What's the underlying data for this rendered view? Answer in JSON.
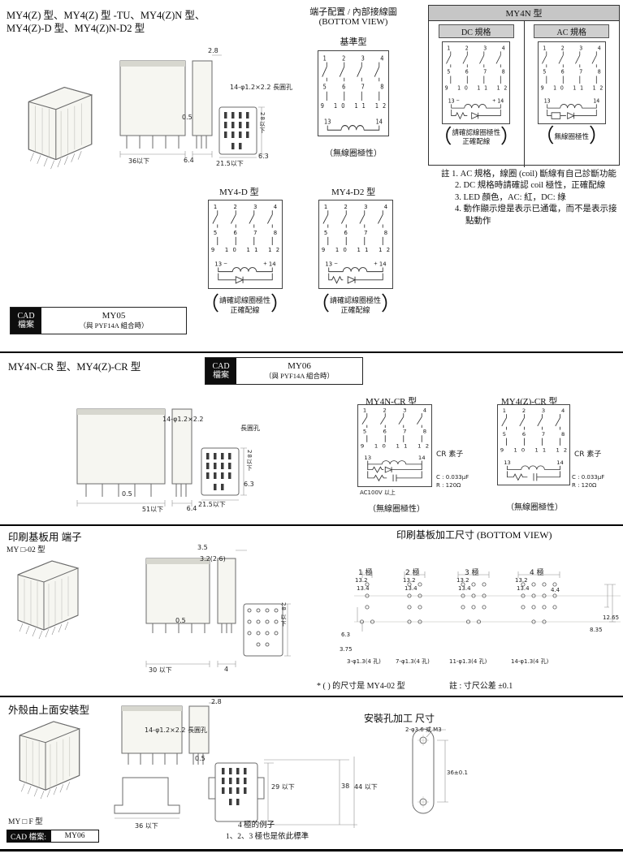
{
  "sym": {
    "paren_open": "（",
    "paren_close": "）"
  },
  "pins": {
    "row1": "1 2 3 4",
    "row2": "5 6 7 8",
    "row3": "9 10 11 12",
    "p13": "13",
    "p14": "14",
    "plus": "+",
    "minus": "−"
  },
  "s1": {
    "title1": "MY4(Z) 型、MY4(Z) 型 -TU、MY4(Z)N 型、",
    "title2": "MY4(Z)-D 型、MY4(Z)N-D2 型",
    "hdr1": "端子配置 / 內部接線圖",
    "hdr2": "(BOTTOM VIEW)",
    "hdr3": "基準型",
    "dim_28": "2.8",
    "dim_hole": "14-φ1.2×2.2 長圓孔",
    "dim_05": "0.5",
    "dim_36": "36以下",
    "dim_64": "6.4",
    "dim_28u": "28以下",
    "dim_63": "6.3",
    "dim_215": "21.5以下",
    "cap_nopol": "（無線圈極性）",
    "my4n_title": "MY4N 型",
    "dc_spec": "DC 規格",
    "ac_spec": "AC 規格",
    "polar1": "請確認線圈極性",
    "polar2": "正確配線",
    "nopol": "無線圈極性",
    "note1": "註 1. AC 規格，線圈 (coil) 斷線有自己診斷功能",
    "note2": "2. DC 規格時請確認 coil 極性，正確配線",
    "note3": "3. LED 顏色，AC: 紅，DC: 綠",
    "note4": "4. 動作顯示燈是表示已通電，而不是表示接",
    "note5": "點動作",
    "my4d_title": "MY4-D 型",
    "my4d2_title": "MY4-D2 型",
    "cad_l1": "CAD",
    "cad_l2": "檔案",
    "cad_value": "MY05",
    "cad_sub": "（與 PYF14A 組合時）"
  },
  "s2": {
    "title": "MY4N-CR 型、MY4(Z)-CR 型",
    "cad_l1": "CAD",
    "cad_l2": "檔案",
    "cad_value": "MY06",
    "cad_sub": "（與 PYF14A 組合時）",
    "dim_hole1": "14-φ1.2×2.2",
    "dim_hole2": "長圓孔",
    "dim_05": "0.5",
    "dim_51": "51以下",
    "dim_64": "6.4",
    "dim_28u": "28以下",
    "dim_63": "6.3",
    "dim_215": "21.5以下",
    "ncr_title": "MY4N-CR 型",
    "zcr_title": "MY4(Z)-CR 型",
    "cr_label": "CR 素子",
    "ac100": "AC100V 以上",
    "c_val": "C : 0.033μF",
    "r_val": "R : 120Ω",
    "cap_nopol": "（無線圈極性）"
  },
  "s3": {
    "title": "印刷基板用 端子",
    "subtitle": "MY □-02 型",
    "dim_35": "3.5",
    "dim_32": "3.2(2.6)",
    "dim_05": "0.5",
    "dim_28u": "28 以下",
    "dim_30": "30 以下",
    "dim_4": "4",
    "pcb_title": "印刷基板加工尺寸 (BOTTOM VIEW)",
    "pole1": "1 極",
    "pole2": "2 極",
    "pole3": "3 極",
    "pole4": "4 極",
    "dim_132": "13.2",
    "dim_134": "13.4",
    "dim_44": "4.4",
    "dim_63": "6.3",
    "dim_375": "3.75",
    "dim_835": "8.35",
    "dim_1265": "12.65",
    "holes1": "3-φ1.3(4 孔)",
    "holes2": "7-φ1.3(4 孔)",
    "holes3": "11-φ1.3(4 孔)",
    "holes4": "14-φ1.3(4 孔)",
    "note1": "* ( ) 的尺寸是 MY4-02 型",
    "note2": "註 : 寸尺公差 ±0.1"
  },
  "s4": {
    "title": "外殼由上面安裝型",
    "dim_28": "2.8",
    "dim_hole": "14-φ1.2×2.2 長圓孔",
    "dim_05": "0.5",
    "dim_29": "29 以下",
    "dim_38": "38",
    "dim_44": "44 以下",
    "dim_36": "36 以下",
    "mount_title": "安裝孔加工 尺寸",
    "mount_hole": "2-φ3.6 或 M3",
    "mount_dim": "36±0.1",
    "ex1": "4 極的例子",
    "ex2": "1、2、3 極也是依此標準",
    "model": "MY □ F 型",
    "cad_label": "CAD 檔案:",
    "cad_value": "MY06"
  }
}
